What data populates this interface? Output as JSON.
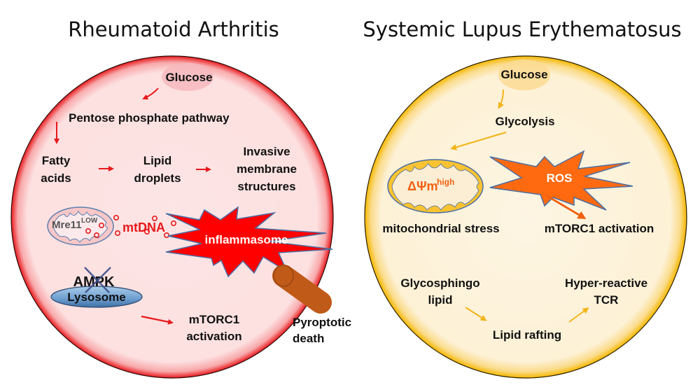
{
  "panels": {
    "ra": {
      "title": "Rheumatoid Arthritis",
      "colors": {
        "fill": "#fde3e3",
        "rim": "#e8191c",
        "arrow": "#e8191c",
        "glucose_bg": "#f6b9bd",
        "burst": "#ff0000",
        "burst_stroke": "#4a6fa5"
      },
      "glucose": "Glucose",
      "ppp": "Pentose phosphate pathway",
      "fatty_acids": [
        "Fatty",
        "acids"
      ],
      "lipid_droplets": [
        "Lipid",
        "droplets"
      ],
      "invasive": [
        "Invasive",
        "membrane",
        "structures"
      ],
      "mito_label": "Mre11",
      "mito_sup": "LOW",
      "mtdna": "mtDNA",
      "inflammasome": "inflammasome",
      "ampk": "AMPK",
      "lysosome": "Lysosome",
      "mtorc1": [
        "mTORC1",
        "activation"
      ],
      "pyroptotic": [
        "Pyroptotic",
        "death"
      ]
    },
    "sle": {
      "title": "Systemic Lupus Erythematosus",
      "colors": {
        "fill": "#fdf4e1",
        "rim": "#f5b700",
        "arrow": "#f2b418",
        "glucose_bg": "#fbdb94",
        "burst": "#ff6a10",
        "ros_arrow": "#f06010",
        "mito_label": "#f06010"
      },
      "glucose": "Glucose",
      "glycolysis": "Glycolysis",
      "mito_label": "ΔΨm",
      "mito_sup": "high",
      "ros": "ROS",
      "mito_stress": "mitochondrial stress",
      "mtorc1": "mTORC1 activation",
      "glycosphingo": [
        "Glycosphingo",
        "lipid"
      ],
      "lipid_rafting": "Lipid rafting",
      "tcr": [
        "Hyper-reactive",
        "TCR"
      ]
    }
  }
}
